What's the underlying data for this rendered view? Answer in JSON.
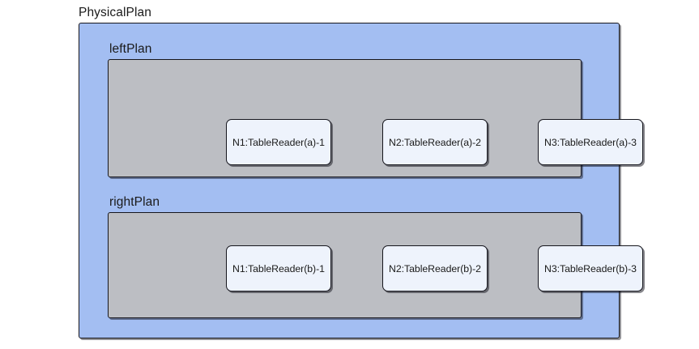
{
  "diagram": {
    "title": "PhysicalPlan",
    "colors": {
      "outer_fill": "#a3bef2",
      "group_fill": "#bcbec3",
      "node_fill": "#eef3fc",
      "stroke": "#16161d",
      "text": "#1a1a1a",
      "background": "#ffffff"
    },
    "groups": [
      {
        "label": "leftPlan",
        "nodes": [
          {
            "label": "N1:TableReader(a)-1"
          },
          {
            "label": "N2:TableReader(a)-2"
          },
          {
            "label": "N3:TableReader(a)-3"
          }
        ]
      },
      {
        "label": "rightPlan",
        "nodes": [
          {
            "label": "N1:TableReader(b)-1"
          },
          {
            "label": "N2:TableReader(b)-2"
          },
          {
            "label": "N3:TableReader(b)-3"
          }
        ]
      }
    ]
  }
}
